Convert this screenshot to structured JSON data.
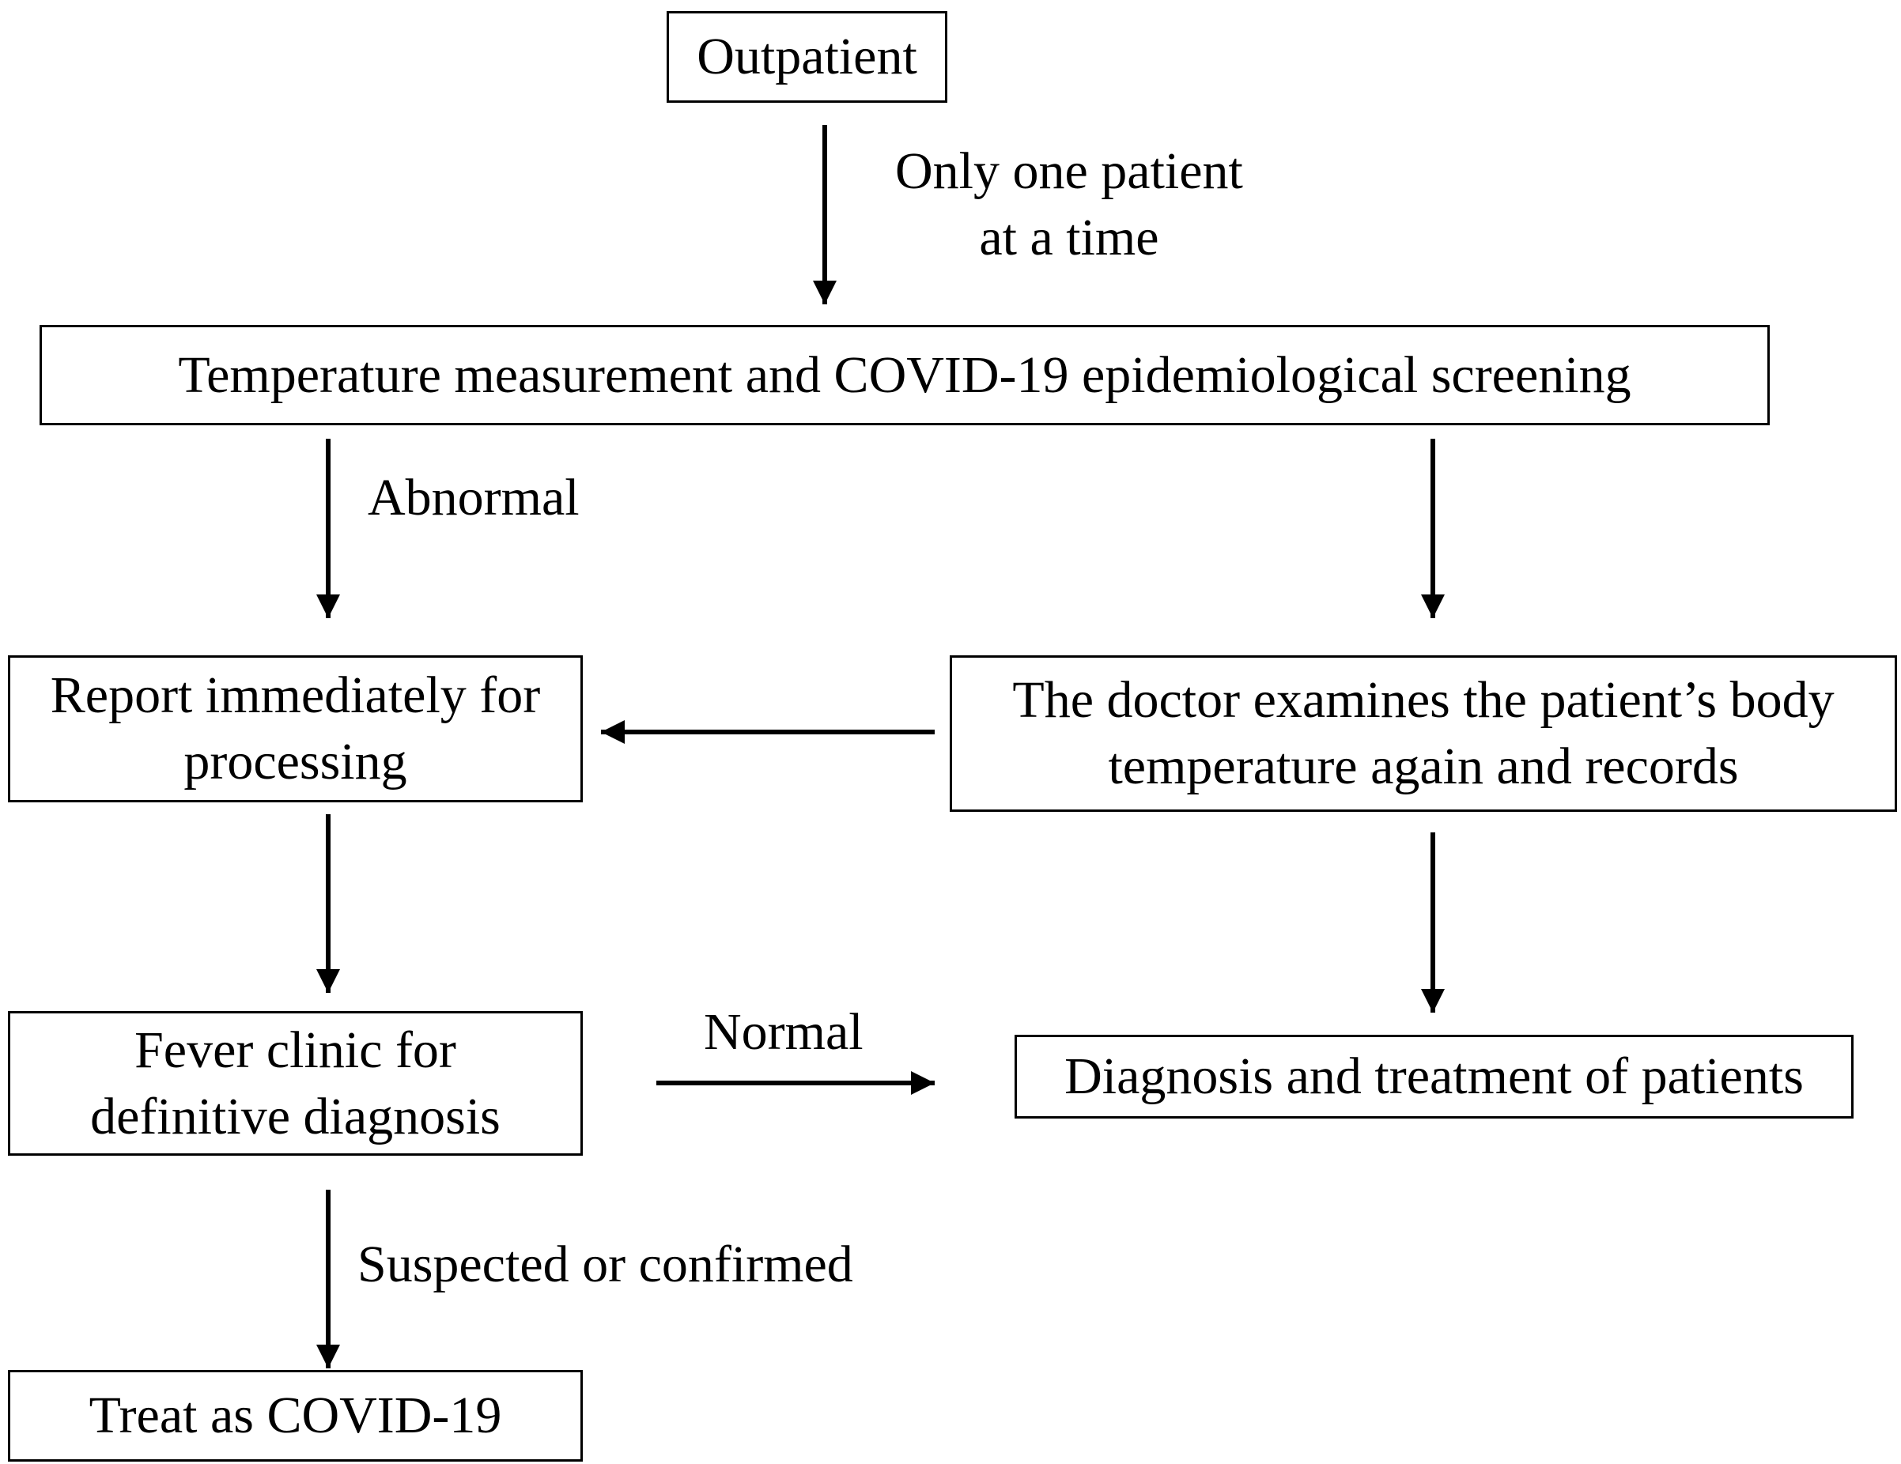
{
  "nodes": {
    "outpatient": {
      "lines": [
        "Outpatient"
      ]
    },
    "screening": {
      "lines": [
        "Temperature measurement and COVID-19 epidemiological screening"
      ]
    },
    "report": {
      "lines": [
        "Report immediately for",
        "processing"
      ]
    },
    "doctor": {
      "lines": [
        "The doctor examines the patient’s body",
        "temperature again and records"
      ]
    },
    "fever_clinic": {
      "lines": [
        "Fever clinic for",
        "definitive diagnosis"
      ]
    },
    "diagnosis": {
      "lines": [
        "Diagnosis and treatment of patients"
      ]
    },
    "treat": {
      "lines": [
        "Treat as COVID-19"
      ]
    }
  },
  "edge_labels": {
    "one_patient": [
      "Only one patient",
      "at a time"
    ],
    "abnormal": "Abnormal",
    "normal": "Normal",
    "suspected": "Suspected or confirmed"
  },
  "colors": {
    "stroke": "#000000",
    "background": "#ffffff"
  }
}
